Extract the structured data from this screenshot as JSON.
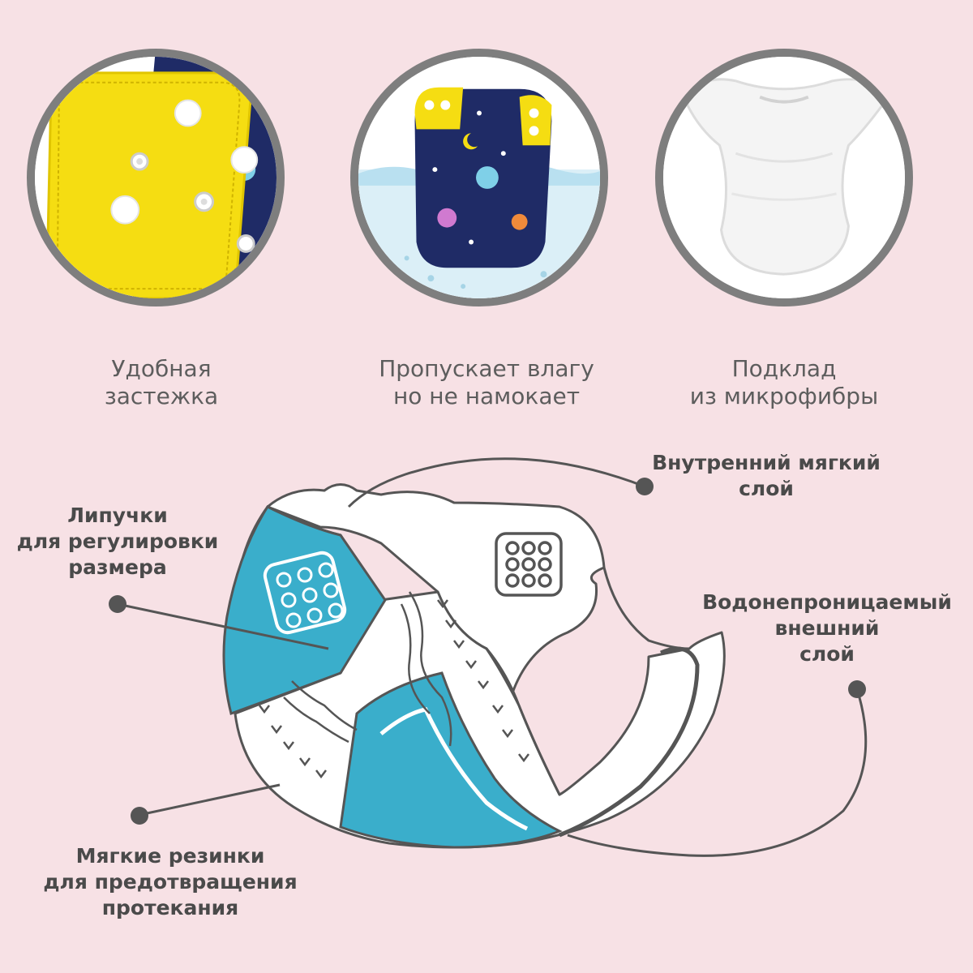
{
  "features": [
    {
      "lines": [
        "Удобная",
        "застежка"
      ]
    },
    {
      "lines": [
        "Пропускает влагу",
        "но не намокает"
      ]
    },
    {
      "lines": [
        "Подклад",
        "из микрофибры"
      ]
    }
  ],
  "callouts": {
    "inner_layer": {
      "lines": [
        "Внутренний мягкий",
        "слой"
      ]
    },
    "velcro": {
      "lines": [
        "Липучки",
        "для регулировки",
        "размера"
      ]
    },
    "outer_layer": {
      "lines": [
        "Водонепроницаемый",
        "внешний",
        "слой"
      ]
    },
    "elastics": {
      "lines": [
        "Мягкие резинки",
        "для предотвращения",
        "протекания"
      ]
    }
  },
  "colors": {
    "background": "#f7e1e5",
    "ring": "#7e7e7e",
    "accent": "#3aaecb",
    "line": "#555555",
    "snap_yellow": "#f7e11b",
    "print_navy": "#1f2b66"
  }
}
